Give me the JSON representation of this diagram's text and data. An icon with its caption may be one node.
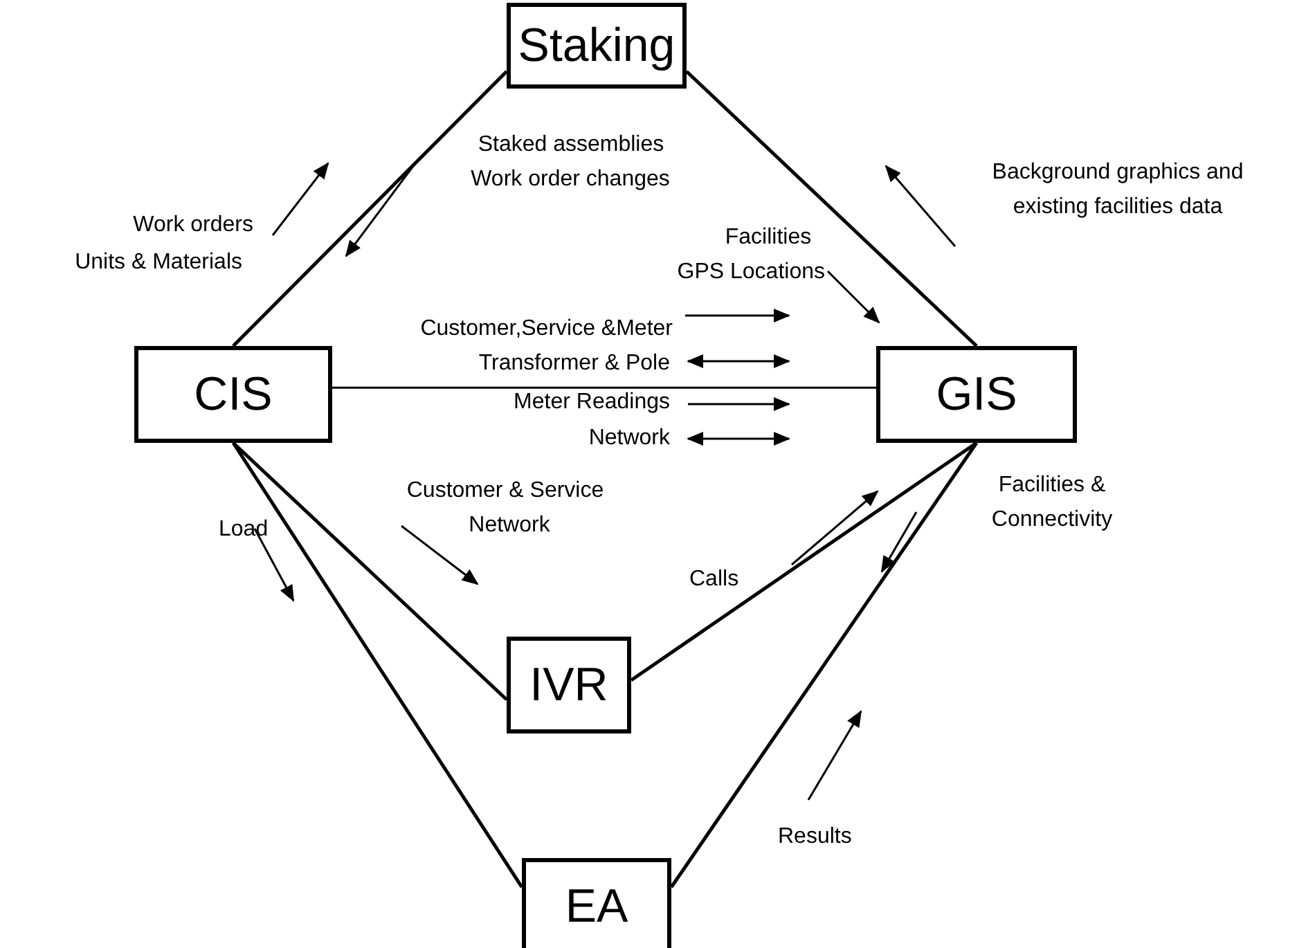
{
  "diagram": {
    "nodes": [
      {
        "text": [
          "Staking"
        ]
      },
      {
        "text": [
          "CIS"
        ]
      },
      {
        "text": [
          "GIS"
        ]
      },
      {
        "text": [
          "IVR"
        ]
      },
      {
        "text": [
          "EA"
        ]
      }
    ],
    "edges": [
      {
        "from": 1,
        "to": 0,
        "arrow": "none"
      },
      {
        "from": 0,
        "to": 2,
        "arrow": "none"
      },
      {
        "from": 1,
        "to": 2,
        "arrow": "none"
      },
      {
        "from": 1,
        "to": 3,
        "arrow": "none"
      },
      {
        "from": 1,
        "to": 4,
        "arrow": "none"
      },
      {
        "from": 3,
        "to": 2,
        "arrow": "none"
      },
      {
        "from": 4,
        "to": 2,
        "arrow": "none"
      }
    ],
    "labels": [
      "Staked assemblies",
      "Work order changes",
      "Background graphics and existing facilities data",
      "Work orders",
      "Units & Materials",
      "Facilities",
      "GPS Locations",
      "Customer,Service &Meter",
      "Transformer & Pole",
      "Meter Readings",
      "Network",
      "Customer & Service",
      "Network",
      "Facilities & Connectivity",
      "Load",
      "Calls",
      "Results"
    ]
  }
}
